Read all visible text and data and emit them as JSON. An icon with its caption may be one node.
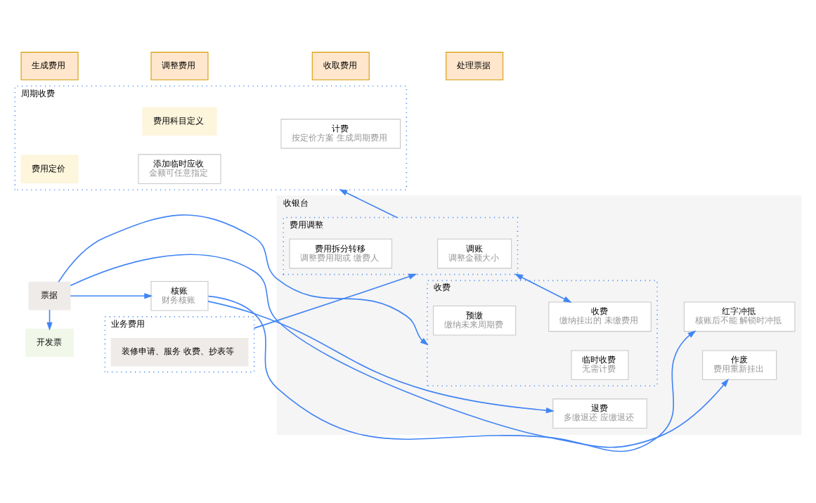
{
  "diagram": {
    "nodes": [
      {
        "text": [
          "生成费用"
        ]
      },
      {
        "text": [
          "调整费用"
        ]
      },
      {
        "text": [
          "收取费用"
        ]
      },
      {
        "text": [
          "处理票据"
        ]
      },
      {
        "text": [
          "收银台"
        ]
      },
      {
        "text": [
          "周期收费"
        ]
      },
      {
        "text": [
          "费用科目定义"
        ],
        "in": 5
      },
      {
        "text": [
          "费用定价"
        ],
        "in": 5
      },
      {
        "text": [
          "计费",
          "按定价方案 生成周期费用"
        ],
        "in": 5
      },
      {
        "text": [
          "添加临时应收",
          "金额可任意指定"
        ],
        "in": 5
      },
      {
        "text": [
          "费用调整"
        ],
        "in": 4
      },
      {
        "text": [
          "调账",
          "调整金额大小"
        ],
        "in": 10
      },
      {
        "text": [
          "费用拆分转移",
          "调整费用期或 缴费人"
        ],
        "in": 10
      },
      {
        "text": [
          "收费"
        ],
        "in": 4
      },
      {
        "text": [
          "临时收费",
          "无需计费"
        ],
        "in": 13
      },
      {
        "text": [
          "预缴",
          "缴纳未来周期费"
        ],
        "in": 13
      },
      {
        "text": [
          "收费",
          "缴纳挂出的 未缴费用"
        ],
        "in": 13
      },
      {
        "text": [
          "作废",
          "费用重新挂出"
        ],
        "in": 4
      },
      {
        "text": [
          "退费",
          "多缴退还 应缴退还"
        ],
        "in": 4
      },
      {
        "text": [
          "红字冲抵",
          "核账后不能 解锁时冲抵"
        ],
        "in": 4
      },
      {
        "text": [
          "业务费用"
        ]
      },
      {
        "text": [
          "装修申请、服务 收费、抄表等"
        ],
        "in": 20
      },
      {
        "text": [
          "开发票"
        ]
      },
      {
        "text": [
          "票据"
        ]
      },
      {
        "text": [
          "核账",
          "财务核账"
        ]
      }
    ],
    "edges": [
      {
        "from": 10,
        "to": 5,
        "arrow": "to"
      },
      {
        "from": 20,
        "to": 10,
        "arrow": "to"
      },
      {
        "from": 10,
        "to": 16,
        "arrow": "both"
      },
      {
        "from": 23,
        "to": 13,
        "arrow": "to"
      },
      {
        "from": 23,
        "to": 22,
        "arrow": "to"
      },
      {
        "from": 23,
        "to": 17,
        "arrow": "to"
      },
      {
        "from": 23,
        "to": 24,
        "arrow": "to"
      },
      {
        "from": 24,
        "to": 18,
        "arrow": "to"
      },
      {
        "from": 24,
        "to": 19,
        "arrow": "to"
      }
    ]
  }
}
